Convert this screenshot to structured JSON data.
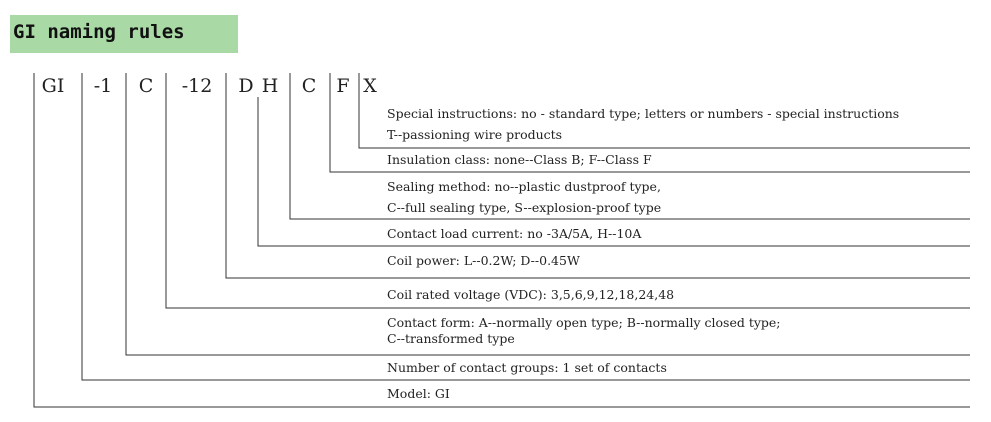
{
  "title": "GI naming rules",
  "code_segments": [
    {
      "id": "gi",
      "label": "GI"
    },
    {
      "id": "groups",
      "label": "-1"
    },
    {
      "id": "form",
      "label": "C"
    },
    {
      "id": "voltage",
      "label": "-12"
    },
    {
      "id": "power",
      "label": "D"
    },
    {
      "id": "current",
      "label": "H"
    },
    {
      "id": "sealing",
      "label": "C"
    },
    {
      "id": "insulation",
      "label": "F"
    },
    {
      "id": "special",
      "label": "X"
    }
  ],
  "descriptions": [
    {
      "id": "special",
      "lines": [
        "Special instructions: no - standard type; letters or numbers - special instructions",
        "T--passioning wire products"
      ]
    },
    {
      "id": "insulation",
      "lines": [
        "Insulation class: none--Class B; F--Class F"
      ]
    },
    {
      "id": "sealing",
      "lines": [
        "Sealing method: no--plastic dustproof type,",
        "C--full sealing type, S--explosion-proof type"
      ]
    },
    {
      "id": "current",
      "lines": [
        "Contact load current: no -3A/5A, H--10A"
      ]
    },
    {
      "id": "power",
      "lines": [
        "Coil power: L--0.2W; D--0.45W"
      ]
    },
    {
      "id": "voltage",
      "lines": [
        "Coil rated voltage (VDC): 3,5,6,9,12,18,24,48"
      ]
    },
    {
      "id": "form",
      "lines": [
        "Contact form: A--normally open type; B--normally closed type;",
        "C--transformed type"
      ]
    },
    {
      "id": "groups",
      "lines": [
        "Number of contact groups: 1 set of contacts"
      ]
    },
    {
      "id": "gi",
      "lines": [
        "Model: GI"
      ]
    }
  ]
}
